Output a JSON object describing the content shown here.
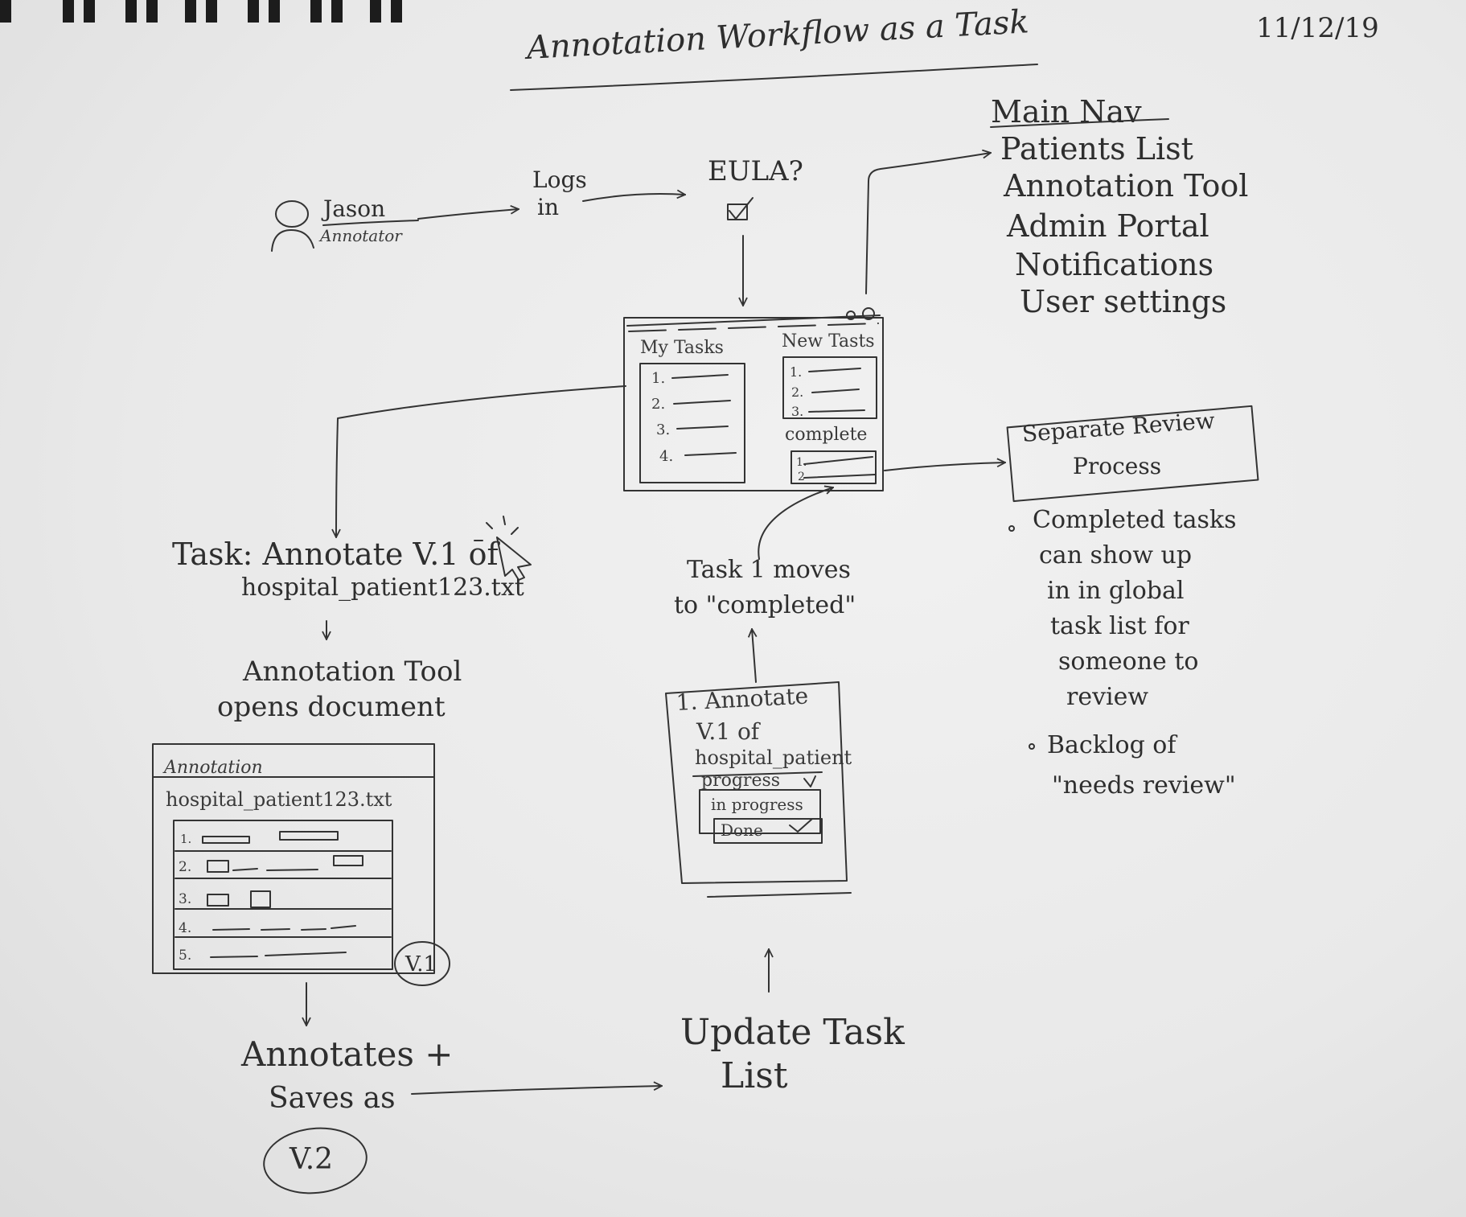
{
  "header": {
    "title": "Annotation Workflow as a Task",
    "date": "11/12/19"
  },
  "user": {
    "name": "Jason",
    "role": "Annotator",
    "icon": "person-icon"
  },
  "steps": {
    "logs_in": [
      "Logs",
      "in"
    ],
    "eula": "EULA?",
    "task_caption": [
      "Task: Annotate V.1 of",
      "hospital_patient123.txt"
    ],
    "tool_opens": [
      "Annotation Tool",
      "opens  document"
    ],
    "annotates": [
      "Annotates +",
      "Saves as"
    ],
    "saved_version": "V.2",
    "update_task_list": [
      "Update  Task",
      "List"
    ],
    "task_moves": [
      "Task 1 moves",
      "to \"completed\""
    ]
  },
  "main_nav": {
    "heading": "Main Nav",
    "items": [
      "Patients List",
      "Annotation Tool",
      "Admin Portal",
      "Notifications",
      "User settings"
    ]
  },
  "dashboard": {
    "my_tasks_label": "My Tasks",
    "my_tasks": [
      "1.",
      "2.",
      "3.",
      "4."
    ],
    "new_tasks_label": "New Tasts",
    "new_tasks": [
      "1.",
      "2.",
      "3."
    ],
    "complete_label": "complete",
    "complete": [
      "1.",
      "2"
    ]
  },
  "review": {
    "box": [
      "Separate  Review",
      "Process"
    ],
    "notes": [
      "Completed tasks",
      "can show up",
      "in  in global",
      "task  list  for",
      "someone  to",
      "review",
      "Backlog of",
      "\"needs review\""
    ]
  },
  "annotation_window": {
    "title": "Annotation",
    "filename": "hospital_patient123.txt",
    "rows": [
      "1.",
      "2.",
      "3.",
      "4.",
      "5."
    ],
    "version": "V.1"
  },
  "task_card": {
    "lines": [
      "1. Annotate",
      "V.1  of",
      "hospital_patient"
    ],
    "dropdown_label": "progress",
    "options": [
      "in progress",
      "Done"
    ]
  },
  "colors": {
    "paper": "#ebebeb",
    "ink": "#2e2e2e",
    "binding": "#1c1c1c"
  }
}
